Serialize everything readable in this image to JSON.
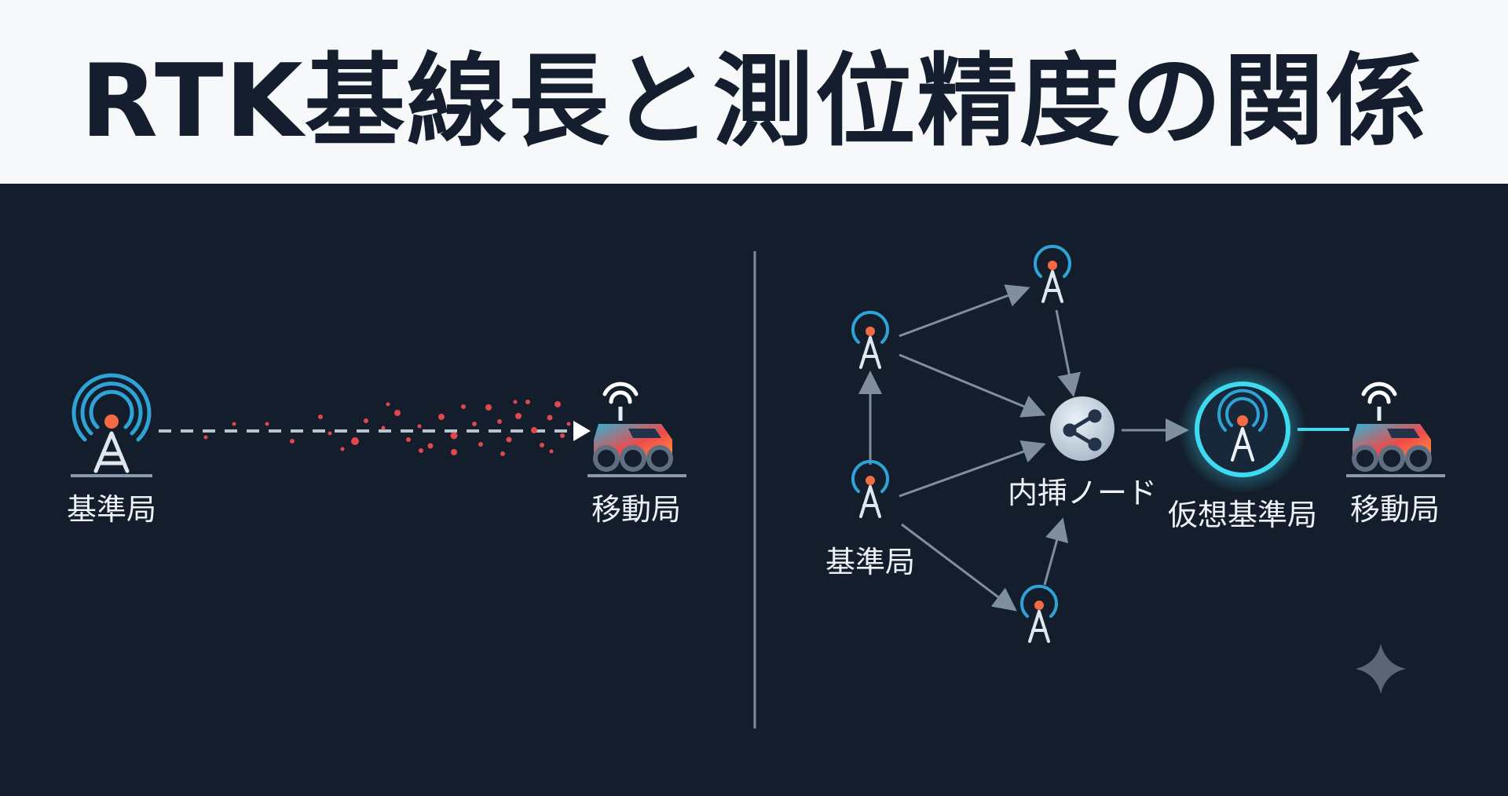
{
  "header": {
    "title": "RTK基線長と測位精度の関係"
  },
  "left_diagram": {
    "base_station_label": "基準局",
    "rover_label": "移動局"
  },
  "right_diagram": {
    "base_station_label": "基準局",
    "interpolation_node_label": "内挿ノード",
    "virtual_reference_station_label": "仮想基準局",
    "rover_label": "移動局"
  },
  "colors": {
    "background": "#131d2b",
    "header_background": "#f7f8f9",
    "title": "#141e2e",
    "antenna_ring": "#2fa3d6",
    "antenna_dot": "#f26b45",
    "error_dots": "#e0484c",
    "virtual_station_glow": "#3fd9f0",
    "rover_gradient": [
      "#2fb3d6",
      "#f04a4a",
      "#ff9a3c"
    ]
  },
  "icons": [
    "radio-tower-icon",
    "rover-vehicle-icon",
    "network-node-icon",
    "sparkle-icon"
  ]
}
